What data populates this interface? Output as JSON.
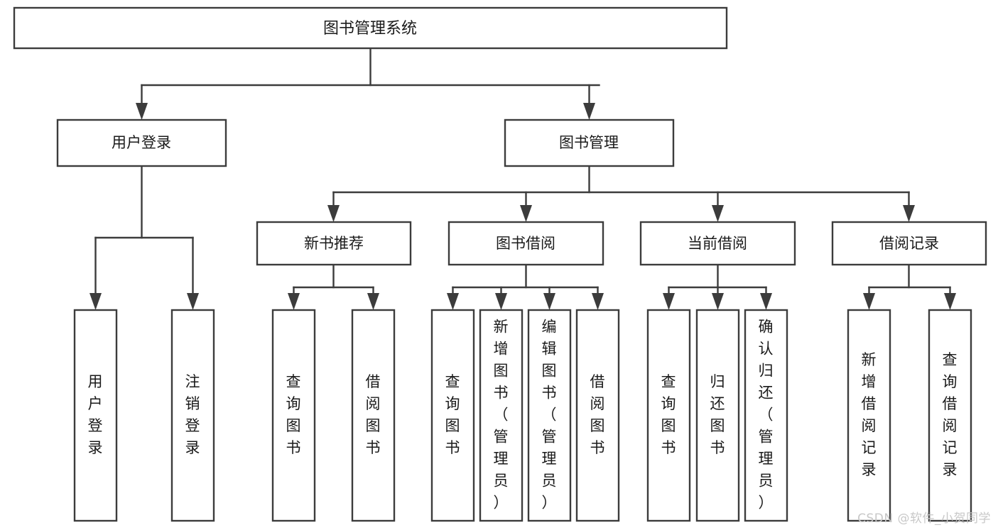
{
  "diagram": {
    "title": "图书管理系统",
    "watermark": "CSDN @软件_小贺同学",
    "root": {
      "id": "root",
      "label": "图书管理系统"
    },
    "level1": [
      {
        "id": "user-login",
        "label": "用户登录"
      },
      {
        "id": "book-manage",
        "label": "图书管理"
      }
    ],
    "level2": [
      {
        "id": "new-book-recommend",
        "label": "新书推荐",
        "parent": "book-manage"
      },
      {
        "id": "book-borrow",
        "label": "图书借阅",
        "parent": "book-manage"
      },
      {
        "id": "current-borrow",
        "label": "当前借阅",
        "parent": "book-manage"
      },
      {
        "id": "borrow-record",
        "label": "借阅记录",
        "parent": "book-manage"
      }
    ],
    "leaves": [
      {
        "id": "leaf-user-login",
        "label": "用户登录",
        "parent": "user-login"
      },
      {
        "id": "leaf-logout-login",
        "label": "注销登录",
        "parent": "user-login"
      },
      {
        "id": "leaf-query-book-1",
        "label": "查询图书",
        "parent": "new-book-recommend"
      },
      {
        "id": "leaf-borrow-book-1",
        "label": "借阅图书",
        "parent": "new-book-recommend"
      },
      {
        "id": "leaf-query-book-2",
        "label": "查询图书",
        "parent": "book-borrow"
      },
      {
        "id": "leaf-add-book",
        "label": "新增图书（管理员）",
        "parent": "book-borrow"
      },
      {
        "id": "leaf-edit-book",
        "label": "编辑图书（管理员）",
        "parent": "book-borrow"
      },
      {
        "id": "leaf-borrow-book-2",
        "label": "借阅图书",
        "parent": "book-borrow"
      },
      {
        "id": "leaf-query-book-3",
        "label": "查询图书",
        "parent": "current-borrow"
      },
      {
        "id": "leaf-return-book",
        "label": "归还图书",
        "parent": "current-borrow"
      },
      {
        "id": "leaf-confirm-return",
        "label": "确认归还（管理员）",
        "parent": "current-borrow"
      },
      {
        "id": "leaf-add-record",
        "label": "新增借阅记录",
        "parent": "borrow-record"
      },
      {
        "id": "leaf-query-record",
        "label": "查询借阅记录",
        "parent": "borrow-record"
      }
    ],
    "colors": {
      "stroke": "#3c3c3c",
      "fill": "#ffffff",
      "text": "#1a1a1a",
      "watermark": "#c8c8c8",
      "background": "#ffffff"
    }
  }
}
